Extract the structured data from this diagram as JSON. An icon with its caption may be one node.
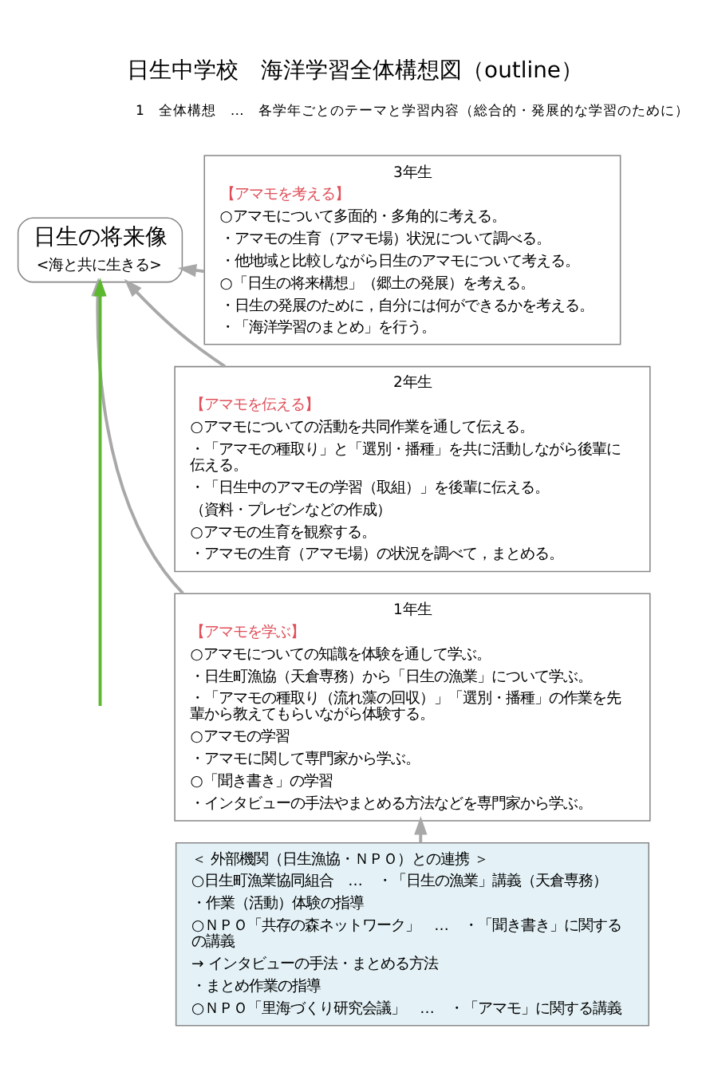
{
  "diagram": {
    "title": "日生中学校　海洋学習全体構想図（outline）",
    "nodes": [
      {
        "text": [
          "日生の将来像",
          "<海と共に生きる>"
        ]
      },
      {
        "text": [
          "3年生",
          "【アマモを考える】",
          "○アマモについて多面的・多角的に考える。",
          "・アマモの生育（アマモ場）状況について調べる。",
          "・他地域と比較しながら日生のアマモについて考える。",
          "○「日生の将来構想」（郷土の発展）を考える。",
          "・日生の発展のために，自分には何ができるかを考える。",
          "・「海洋学習のまとめ」を行う。"
        ]
      },
      {
        "text": [
          "2年生",
          "【アマモを伝える】",
          "○アマモについての活動を共同作業を通して伝える。",
          "・「アマモの種取り」と「選別・播種」を共に活動しながら後輩に伝える。",
          "・「日生中のアマモの学習（取組）」を後輩に伝える。",
          "（資料・プレゼンなどの作成）",
          "○アマモの生育を観察する。",
          "・アマモの生育（アマモ場）の状況を調べて，まとめる。"
        ]
      },
      {
        "text": [
          "1年生",
          "【アマモを学ぶ】",
          "○アマモについての知識を体験を通して学ぶ。",
          "・日生町漁協（天倉専務）から「日生の漁業」について学ぶ。",
          "・「アマモの種取り（流れ藻の回収）」「選別・播種」の作業を先輩から教えてもらいながら体験する。",
          "○アマモの学習",
          "・アマモに関して専門家から学ぶ。",
          "○「聞き書き」の学習",
          "・インタビューの手法やまとめる方法などを専門家から学ぶ。"
        ]
      },
      {
        "text": [
          "＜ 外部機関（日生漁協・ＮＰＯ）との連携 ＞",
          "○日生町漁業協同組合　…　・「日生の漁業」講義（天倉専務）",
          "・作業（活動）体験の指導",
          "○ＮＰＯ「共存の森ネットワーク」　…　・「聞き書き」に関するの講義",
          "→ インタビューの手法・まとめる方法",
          "・まとめ作業の指導",
          "○ＮＰＯ「里海づくり研究会議」　…　・「アマモ」に関する講義"
        ]
      }
    ],
    "edges": [
      {
        "from": 1,
        "to": 0,
        "arrow": "to"
      },
      {
        "from": 2,
        "to": 0,
        "arrow": "to"
      },
      {
        "from": 3,
        "to": 0,
        "arrow": "to"
      },
      {
        "from": 4,
        "to": 3,
        "arrow": "to"
      },
      {
        "from": null,
        "to": 0,
        "arrow": "to",
        "color": "#5cb82e"
      }
    ],
    "labels": [
      "1　全体構想　…　各学年ごとのテーマと学習内容（総合的・発展的な学習のために）"
    ]
  }
}
